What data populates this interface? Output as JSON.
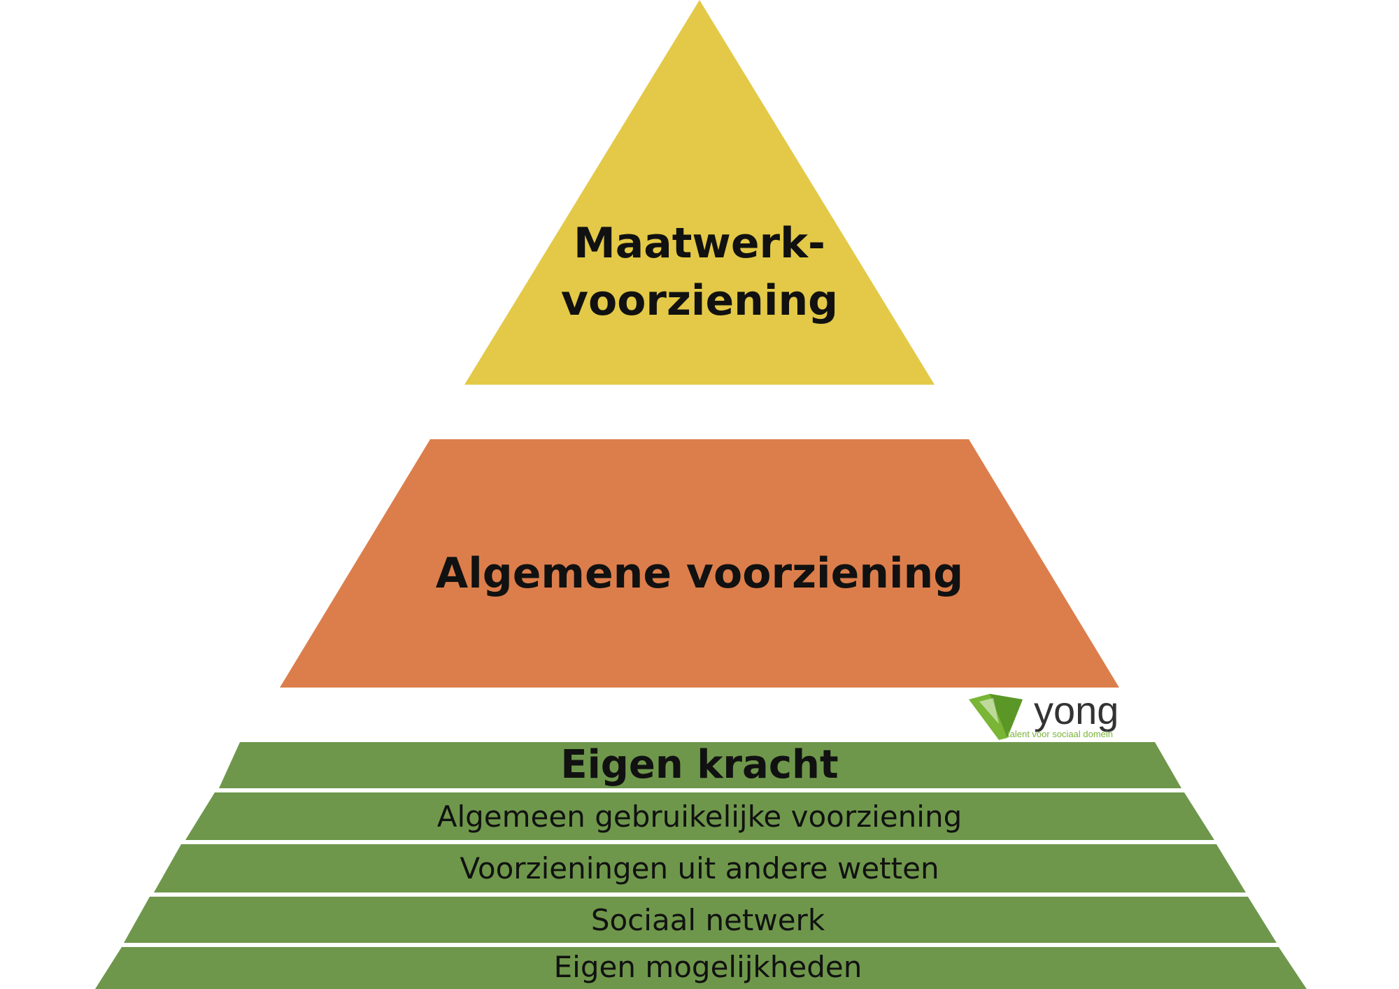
{
  "colors": {
    "top": "#e3c947",
    "middle": "#dc7e4b",
    "base": "#6e974b",
    "logo_green": "#7ab536",
    "logo_text": "#333333"
  },
  "top_tier": {
    "line1": "Maatwerk-",
    "line2": "voorziening"
  },
  "middle_tier": {
    "label": "Algemene voorziening"
  },
  "base_tier": {
    "title": "Eigen kracht",
    "rows": [
      "Algemeen gebruikelijke voorziening",
      "Voorzieningen uit andere wetten",
      "Sociaal netwerk",
      "Eigen mogelijkheden"
    ]
  },
  "logo": {
    "name": "yong",
    "tagline": "talent voor sociaal domein",
    "icon": "gem-icon"
  }
}
